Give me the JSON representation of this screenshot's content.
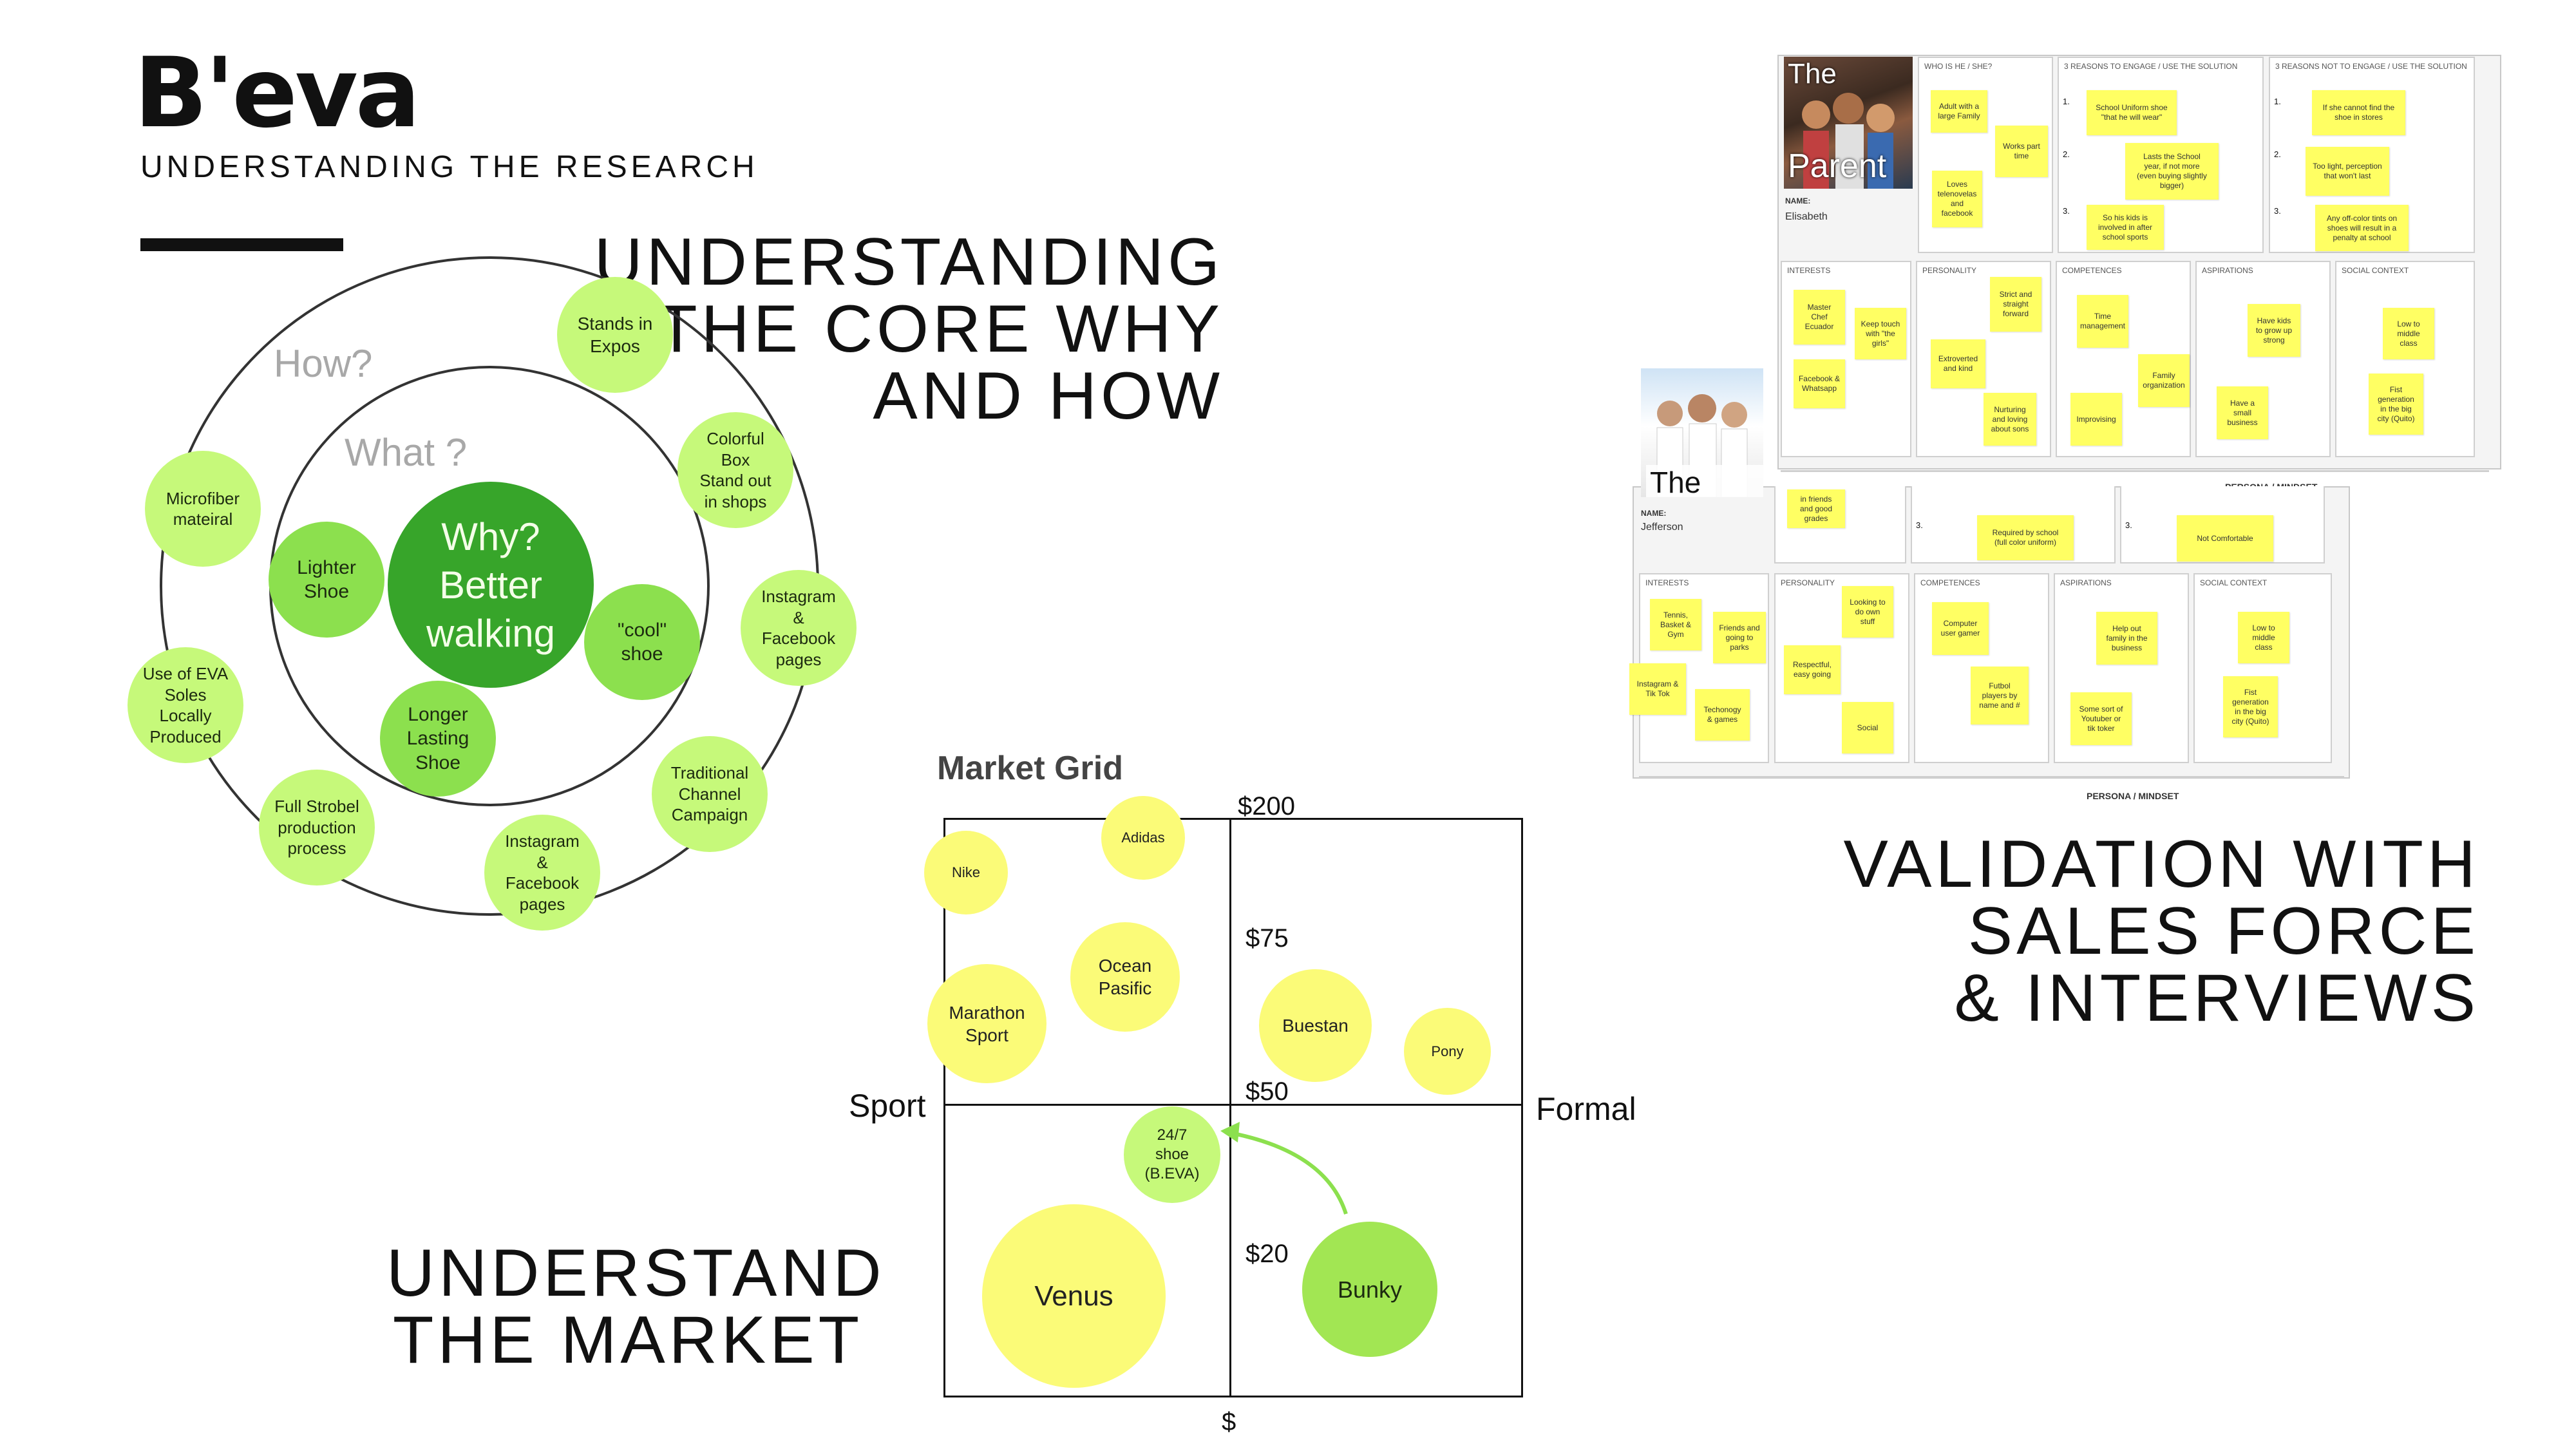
{
  "brand": {
    "logo": "B'eva",
    "subtitle": "UNDERSTANDING THE RESEARCH"
  },
  "headlines": {
    "core": "UNDERSTANDING\nTHE CORE WHY\nAND HOW",
    "market": "UNDERSTAND\nTHE MARKET",
    "validation": "VALIDATION WITH\nSALES FORCE\n& INTERVIEWS"
  },
  "venn": {
    "how_label": "How?",
    "what_label": "What ?",
    "core_text": "Why?\nBetter\nwalking",
    "what_items": [
      "Lighter\nShoe",
      "\"cool\"\nshoe",
      "Longer\nLasting\nShoe"
    ],
    "how_items": [
      "Stands in\nExpos",
      "Colorful\nBox\nStand out\nin shops",
      "Instagram\n&\nFacebook\npages",
      "Traditional\nChannel\nCampaign",
      "Instagram\n&\nFacebook\npages",
      "Full Strobel\nproduction\nprocess",
      "Use of EVA\nSoles\nLocally\nProduced",
      "Microfiber\nmateiral"
    ]
  },
  "market_grid": {
    "title": "Market Grid",
    "x_left": "Sport",
    "x_right": "Formal",
    "y_bottom": "$",
    "prices": [
      "$200",
      "$75",
      "$50",
      "$20"
    ],
    "brands": [
      "Nike",
      "Adidas",
      "Ocean\nPasific",
      "Marathon\nSport",
      "Buestan",
      "Pony",
      "24/7\nshoe\n(B.EVA)",
      "Venus",
      "Bunky"
    ]
  },
  "persona_parent": {
    "photo_label_1": "The",
    "photo_label_2": "Parent",
    "name_label": "NAME:",
    "name": "Elisabeth",
    "who_title": "WHO IS HE / SHE?",
    "reasons_title": "3 REASONS TO ENGAGE / USE THE SOLUTION",
    "not_title": "3 REASONS NOT TO ENGAGE / USE THE SOLUTION",
    "who_notes": [
      "Adult with a\nlarge Family",
      "Works part\ntime",
      "Loves\ntelenovelas\nand\nfacebook"
    ],
    "reason_notes": [
      "School Uniform shoe\n\"that he will wear\"",
      "Lasts the School\nyear, if not more\n(even buying slightly\nbigger)",
      "So his kids is\ninvolved in after\nschool sports"
    ],
    "not_notes": [
      "If she cannot find the\nshoe in stores",
      "Too light, perception\nthat won't last",
      "Any off-color tints on\nshoes will result in a\npenalty at school"
    ],
    "numbers": [
      "1.",
      "2.",
      "3."
    ],
    "row2_titles": [
      "INTERESTS",
      "PERSONALITY",
      "COMPETENCES",
      "ASPIRATIONS",
      "SOCIAL CONTEXT"
    ],
    "interests": [
      "Master\nChef\nEcuador",
      "Keep touch\nwith \"the\ngirls\"",
      "Facebook &\nWhatsapp"
    ],
    "personality": [
      "Strict and\nstraight\nforward",
      "Extroverted\nand kind",
      "Nurturing\nand loving\nabout sons"
    ],
    "competences": [
      "Time\nmanagement",
      "Family\norganization",
      "Improvising"
    ],
    "aspirations": [
      "Have kids\nto grow up\nstrong",
      "Have a\nsmall\nbusiness"
    ],
    "social": [
      "Low to\nmiddle\nclass",
      "Fist\ngeneration\nin the big\ncity (Quito)"
    ],
    "footer": "PERSONA / MINDSET"
  },
  "persona_son": {
    "photo_label": "The Son",
    "name_label": "NAME:",
    "name": "Jefferson",
    "partial_notes": [
      "in friends\nand good\ngrades",
      "Required by school\n(full color uniform)",
      "Not Comfortable"
    ],
    "numbers": [
      "3.",
      "3."
    ],
    "row2_titles": [
      "INTERESTS",
      "PERSONALITY",
      "COMPETENCES",
      "ASPIRATIONS",
      "SOCIAL CONTEXT"
    ],
    "interests": [
      "Tennis,\nBasket &\nGym",
      "Friends and\ngoing to\nparks",
      "Instagram &\nTik Tok",
      "Techonogy\n& games"
    ],
    "personality": [
      "Looking to\ndo own\nstuff",
      "Respectful,\neasy going",
      "Social"
    ],
    "competences": [
      "Computer\nuser gamer",
      "Futbol\nplayers by\nname and #"
    ],
    "aspirations": [
      "Help out\nfamily in the\nbusiness",
      "Some sort of\nYoutuber or\ntik toker"
    ],
    "social": [
      "Low to\nmiddle\nclass",
      "Fist\ngeneration\nin the big\ncity (Quito)"
    ],
    "footer": "PERSONA / MINDSET"
  },
  "colors": {
    "lime": "#c6f97a",
    "core_green": "#37a52a",
    "yellow": "#fbfb78",
    "sticky": "#ffff63"
  }
}
